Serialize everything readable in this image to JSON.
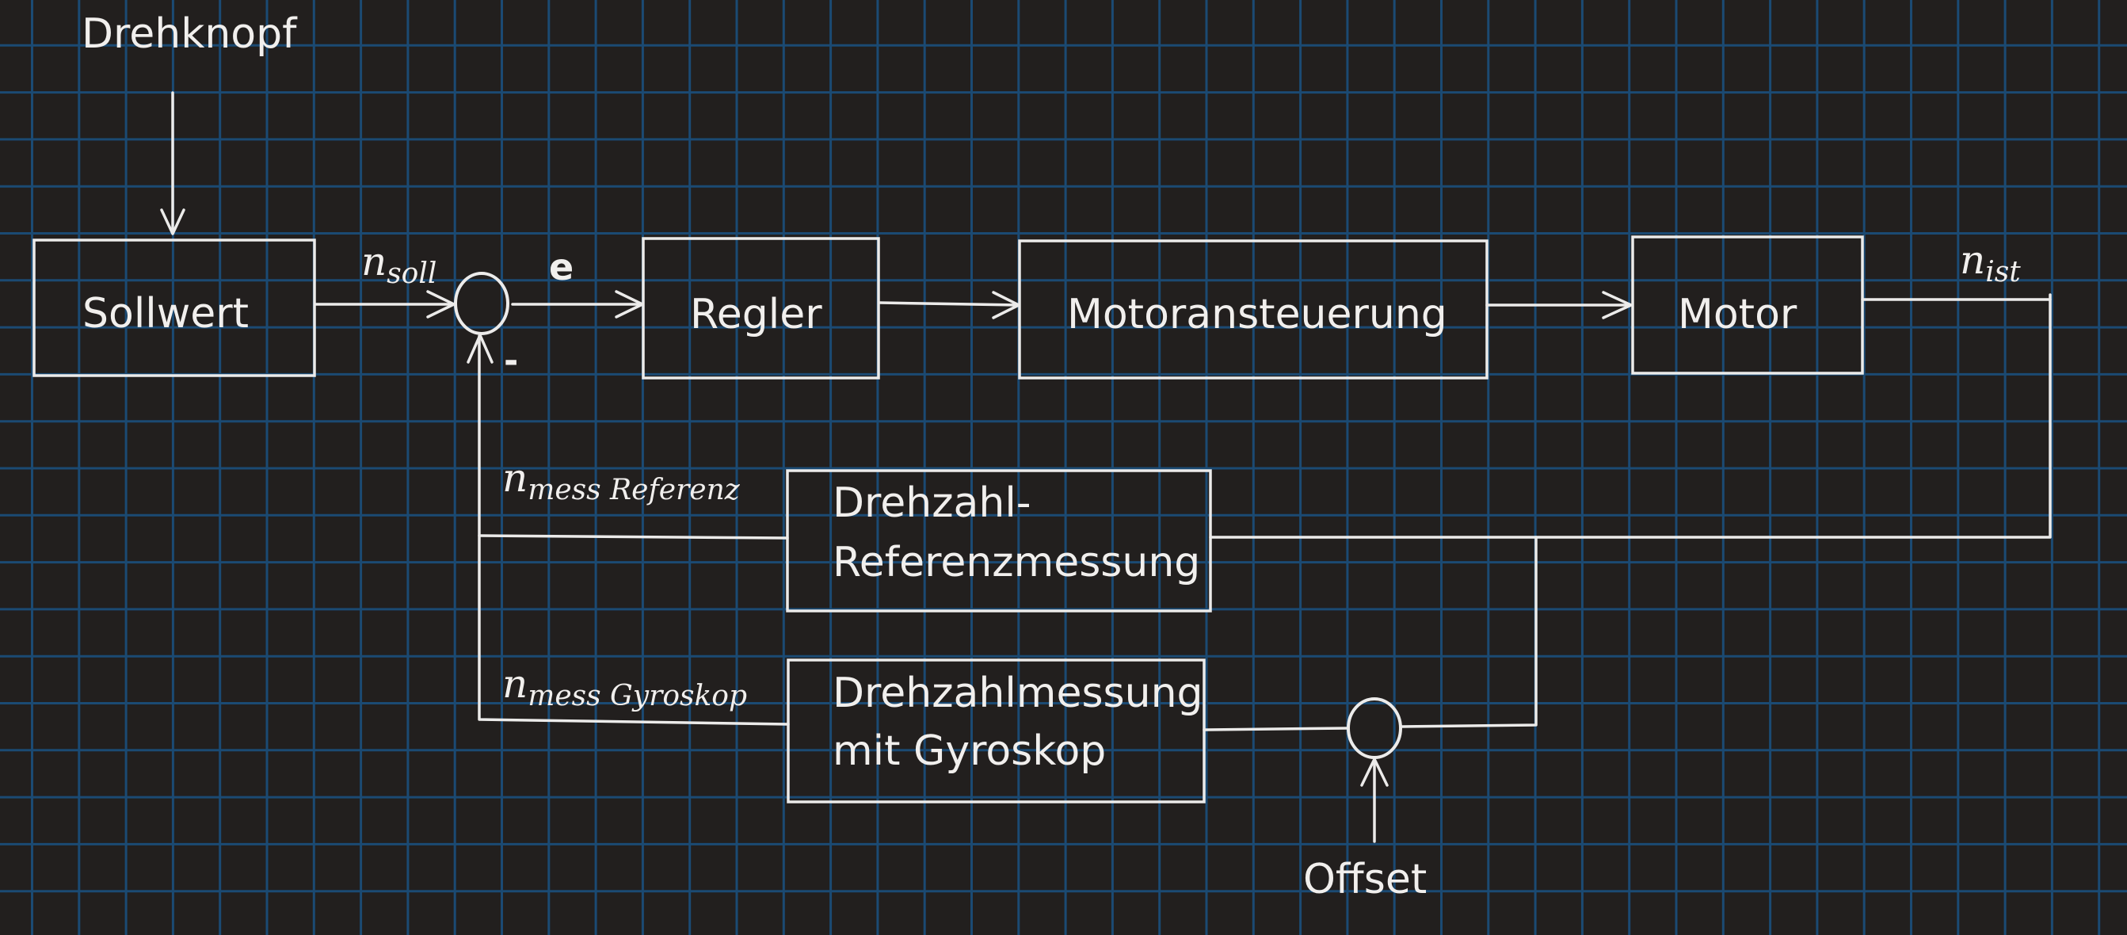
{
  "diagram": {
    "type": "control-loop-block-diagram",
    "colors": {
      "background": "#221f1e",
      "grid": "#1b4a73",
      "stroke": "#ecebea",
      "text": "#f1efed"
    },
    "inputs": {
      "setpoint_knob": "Drehknopf",
      "offset": "Offset"
    },
    "blocks": {
      "sollwert": "Sollwert",
      "regler": "Regler",
      "motoransteuerung": "Motoransteuerung",
      "motor": "Motor",
      "referenz_line1": "Drehzahl-",
      "referenz_line2": "Referenzmessung",
      "gyro_line1": "Drehzahlmessung",
      "gyro_line2": "mit Gyroskop"
    },
    "signals": {
      "n_soll": {
        "base": "n",
        "sub": "soll"
      },
      "error": "e",
      "n_ist": {
        "base": "n",
        "sub": "ist"
      },
      "n_mess_referenz": {
        "base": "n",
        "sub": "mess Referenz"
      },
      "n_mess_gyroskop": {
        "base": "n",
        "sub": "mess Gyroskop"
      }
    },
    "summing_junction_sign": "-",
    "connections": [
      {
        "from": "Drehknopf",
        "to": "Sollwert"
      },
      {
        "from": "Sollwert",
        "to": "summing-junction",
        "signal": "n_soll"
      },
      {
        "from": "summing-junction",
        "to": "Regler",
        "signal": "e"
      },
      {
        "from": "Regler",
        "to": "Motoransteuerung"
      },
      {
        "from": "Motoransteuerung",
        "to": "Motor"
      },
      {
        "from": "Motor",
        "to": "Drehzahl-Referenzmessung",
        "signal": "n_ist"
      },
      {
        "from": "Motor",
        "to": "offset-junction",
        "signal": "n_ist"
      },
      {
        "from": "Offset",
        "to": "offset-junction"
      },
      {
        "from": "offset-junction",
        "to": "Drehzahlmessung mit Gyroskop"
      },
      {
        "from": "Drehzahl-Referenzmessung",
        "to": "summing-junction",
        "signal": "n_mess_referenz",
        "sign": "-"
      },
      {
        "from": "Drehzahlmessung mit Gyroskop",
        "to": "summing-junction",
        "signal": "n_mess_gyroskop"
      }
    ]
  }
}
